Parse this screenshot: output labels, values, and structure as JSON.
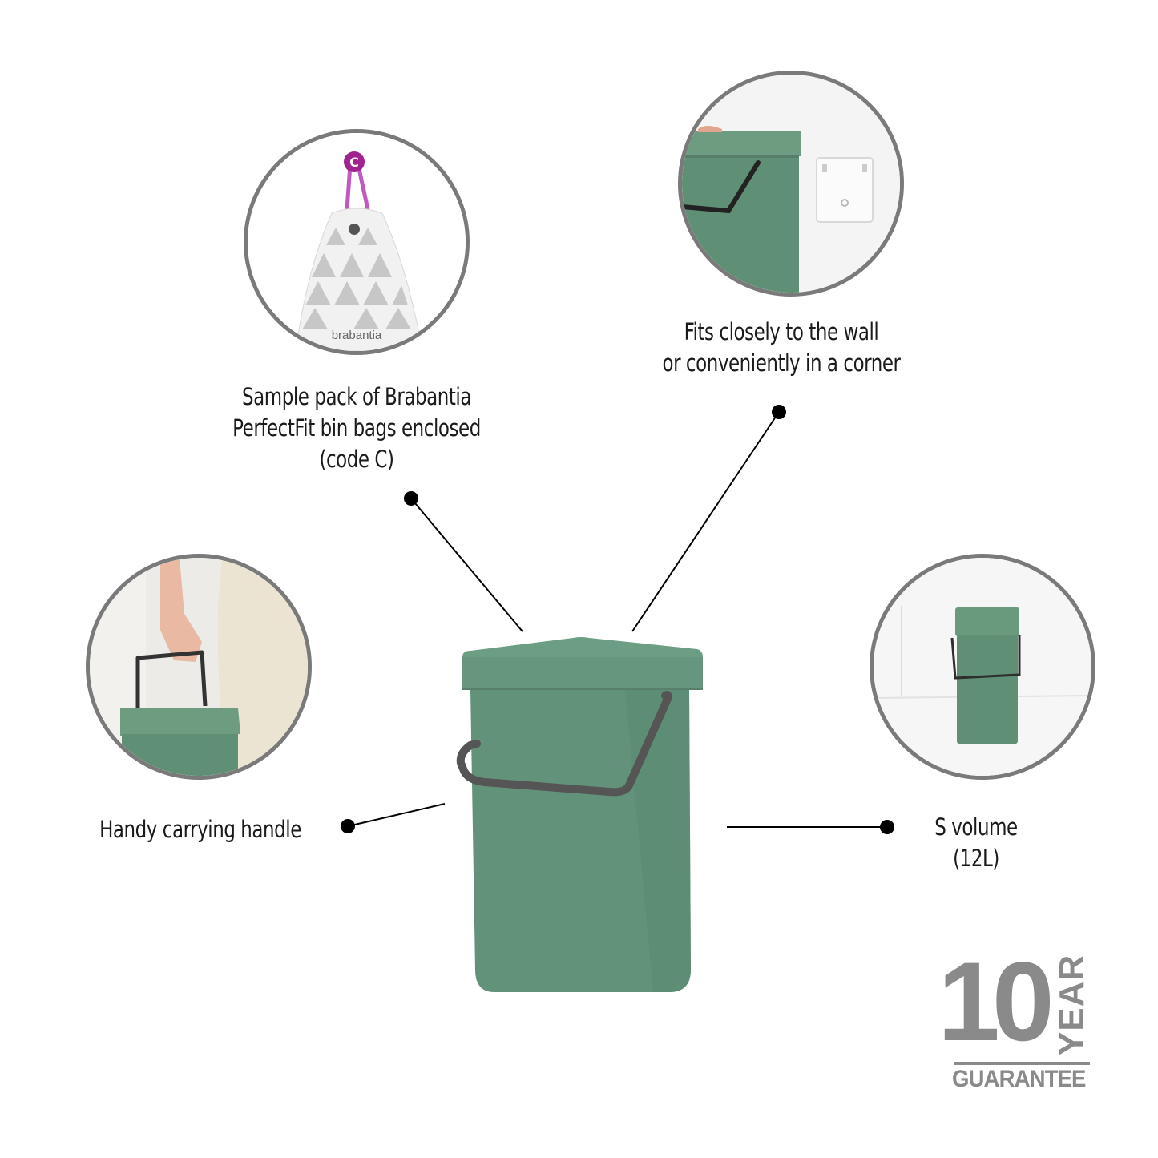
{
  "colors": {
    "bin_green": "#5f8f74",
    "bin_green_dark": "#4f7c63",
    "bin_green_light": "#6e9c80",
    "handle_grey": "#4a4a4a",
    "circle_border": "#7a7a7a",
    "guarantee_grey": "#8a8a8a",
    "bag_tag_purple": "#a3238e",
    "leader_line": "#000000"
  },
  "features": [
    {
      "id": "bags",
      "lines": [
        "Sample pack of Brabantia",
        "PerfectFit bin bags enclosed",
        "(code C)"
      ],
      "image": "drawstring-bin-bag-photo",
      "tag_letter": "C",
      "bag_brand": "brabantia"
    },
    {
      "id": "wall",
      "lines": [
        "Fits closely to the wall",
        "or conveniently in a corner"
      ],
      "image": "bin-next-to-wall-bracket-photo"
    },
    {
      "id": "handle",
      "lines": [
        "Handy carrying handle"
      ],
      "image": "hand-carrying-bin-photo"
    },
    {
      "id": "volume",
      "lines": [
        "S volume",
        "(12L)"
      ],
      "image": "bin-in-corner-photo"
    }
  ],
  "guarantee": {
    "number": "10",
    "unit": "YEAR",
    "label": "GUARANTEE"
  }
}
